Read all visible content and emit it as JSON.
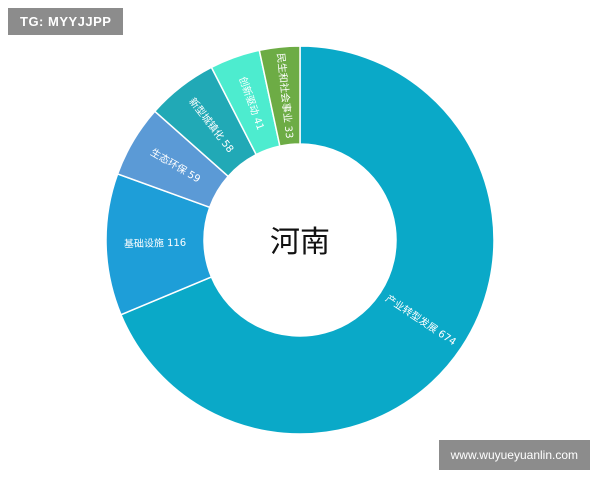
{
  "watermark_top": "TG: MYYJJPP",
  "watermark_bottom": "www.wuyueyuanlin.com",
  "chart_data": {
    "type": "pie",
    "variant": "donut",
    "center_text": "河南",
    "slices": [
      {
        "label": "产业转型发展",
        "value": 674,
        "color": "#0aa9c8"
      },
      {
        "label": "基础设施",
        "value": 116,
        "color": "#1e9ed8"
      },
      {
        "label": "生态环保",
        "value": 59,
        "color": "#5b9ad6"
      },
      {
        "label": "新型城镇化",
        "value": 58,
        "color": "#21a9b6"
      },
      {
        "label": "创新驱动",
        "value": 41,
        "color": "#4deccf"
      },
      {
        "label": "民生和社会事业",
        "value": 33,
        "color": "#6dac45"
      }
    ]
  }
}
